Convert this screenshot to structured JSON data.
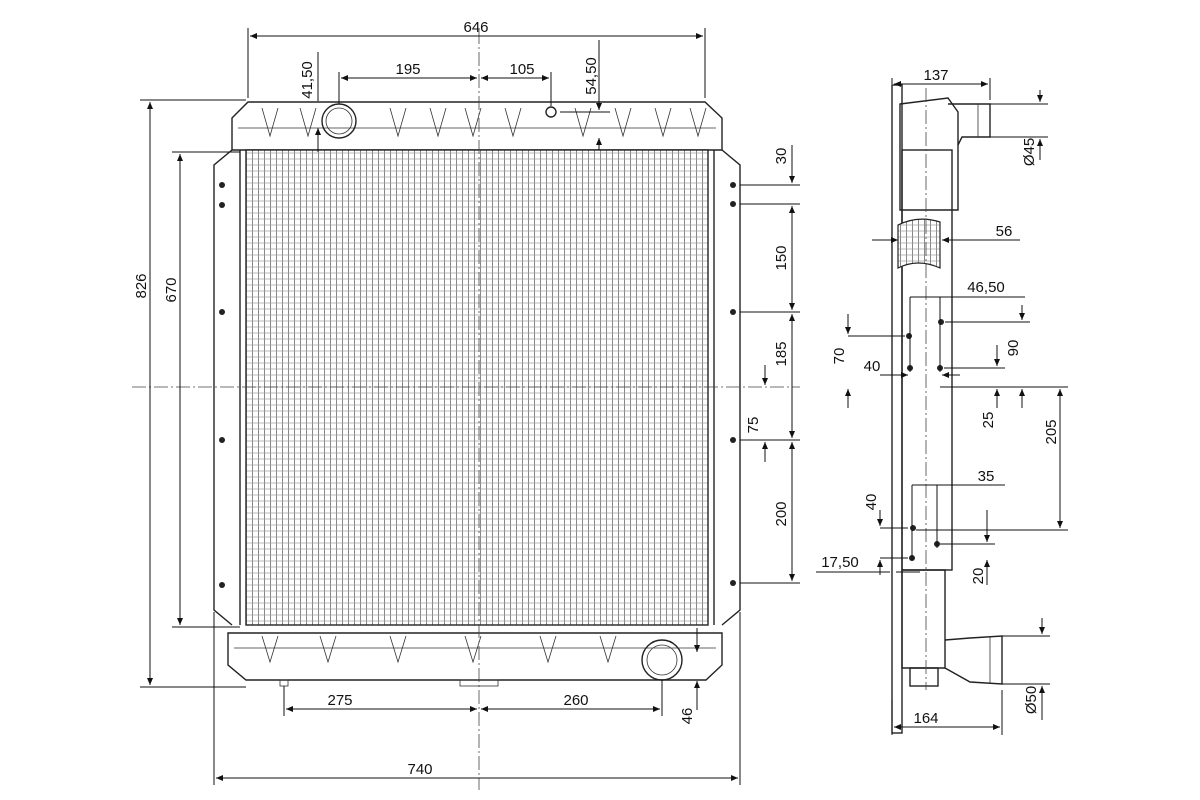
{
  "dimensions": {
    "top_width": "646",
    "inlet_offset_top": "41,50",
    "inlet_to_center": "195",
    "center_to_fitting": "105",
    "fitting_offset_top": "54,50",
    "overall_height": "826",
    "core_height": "670",
    "right_30": "30",
    "right_150": "150",
    "right_185": "185",
    "right_75": "75",
    "right_200": "200",
    "bottom_275": "275",
    "bottom_260": "260",
    "bottom_46": "46",
    "overall_width": "740",
    "side_top_width": "137",
    "inlet_diameter": "Ø45",
    "side_56": "56",
    "side_46_50": "46,50",
    "side_70": "70",
    "side_40_upper": "40",
    "side_90": "90",
    "side_25": "25",
    "side_205": "205",
    "side_35": "35",
    "side_40_lower": "40",
    "side_17_50": "17,50",
    "side_20": "20",
    "side_bottom_width": "164",
    "outlet_diameter": "Ø50"
  }
}
